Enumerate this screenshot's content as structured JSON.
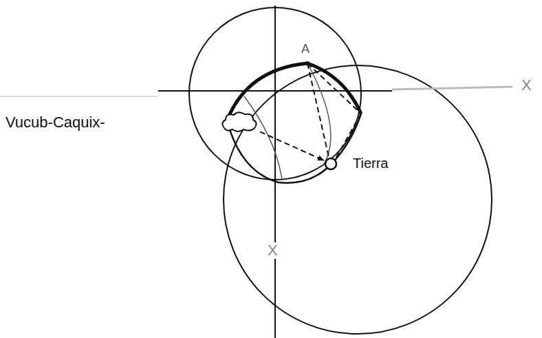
{
  "diagram": {
    "nodes": [
      {
        "text": [
          "Vucub-Caquix-"
        ]
      },
      {
        "text": [
          "Tierra"
        ]
      }
    ],
    "edges": [
      {
        "from": 0,
        "to": 1,
        "arrow": "to"
      }
    ],
    "labels": [
      "A",
      "X",
      "X"
    ]
  }
}
